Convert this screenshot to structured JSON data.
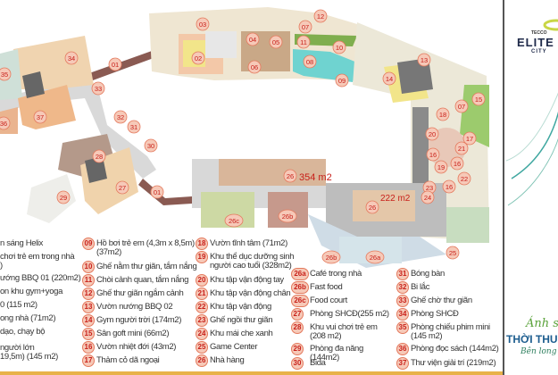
{
  "map": {
    "markers": [
      "01",
      "01",
      "02",
      "03",
      "04",
      "05",
      "06",
      "07",
      "07",
      "08",
      "09",
      "10",
      "11",
      "12",
      "13",
      "14",
      "15",
      "16",
      "16",
      "16",
      "17",
      "18",
      "19",
      "20",
      "21",
      "22",
      "23",
      "24",
      "25",
      "26",
      "26",
      "26a",
      "26b",
      "26b",
      "26c",
      "27",
      "28",
      "29",
      "30",
      "31",
      "32",
      "33",
      "34",
      "35",
      "36",
      "37"
    ],
    "area_labels": [
      "354 m2",
      "222 m2"
    ]
  },
  "legend": {
    "left_partial": [
      "n sáng Helix",
      "chơi trẻ em trong nhà",
      ")",
      "ướng BBQ 01 (220m2)",
      "on khu gym+yoga",
      "0 (115 m2)",
      "ong nhà (71m2)",
      "dạo, chạy bộ",
      "người lớn",
      "19,5m) (145 m2)"
    ],
    "col1": [
      {
        "num": "09",
        "label": "Hồ bơi trẻ em (4,3m x 8,5m)",
        "label2": "(37m2)"
      },
      {
        "num": "10",
        "label": "Ghế nằm thư giãn, tắm nắng"
      },
      {
        "num": "11",
        "label": "Chòi cảnh quan, tắm nắng"
      },
      {
        "num": "12",
        "label": "Ghế thư giãn ngắm cảnh"
      },
      {
        "num": "13",
        "label": "Vườn nướng BBQ 02"
      },
      {
        "num": "14",
        "label": "Gym người trời (174m2)"
      },
      {
        "num": "15",
        "label": "Sân goft mini (66m2)"
      },
      {
        "num": "16",
        "label": "Vườn nhiệt đới (43m2)"
      },
      {
        "num": "17",
        "label": "Thảm cỏ dã ngoại"
      }
    ],
    "col2": [
      {
        "num": "18",
        "label": "Vườn tĩnh tâm (71m2)"
      },
      {
        "num": "19",
        "label": "Khu thể dục dưỡng sinh",
        "label2": "người cao tuổi (328m2)"
      },
      {
        "num": "20",
        "label": "Khu tập vận động tay"
      },
      {
        "num": "21",
        "label": "Khu tập vận động chân"
      },
      {
        "num": "22",
        "label": "Khu tập vận động"
      },
      {
        "num": "23",
        "label": "Ghế ngồi thư giãn"
      },
      {
        "num": "24",
        "label": "Khu mái che xanh"
      },
      {
        "num": "25",
        "label": "Game Center"
      },
      {
        "num": "26",
        "label": "Nhà hàng"
      }
    ],
    "col3": [
      {
        "num": "26a",
        "label": "Café trong nhà"
      },
      {
        "num": "26b",
        "label": "Fast food"
      },
      {
        "num": "26c",
        "label": "Food court"
      },
      {
        "num": "27",
        "label": "Phòng SHCĐ(255 m2)"
      },
      {
        "num": "28",
        "label": "Khu vui chơi trẻ em",
        "label2": "(208 m2)"
      },
      {
        "num": "29",
        "label": "Phòng đa năng",
        "label2": "(144m2)"
      },
      {
        "num": "30",
        "label": "Bida"
      }
    ],
    "col4": [
      {
        "num": "31",
        "label": "Bóng bàn"
      },
      {
        "num": "32",
        "label": "Bi lắc"
      },
      {
        "num": "33",
        "label": "Ghế chờ thư giãn"
      },
      {
        "num": "34",
        "label": "Phòng SHCĐ"
      },
      {
        "num": "35",
        "label": "Phòng chiếu phim mini",
        "label2": "(145 m2)"
      },
      {
        "num": "36",
        "label": "Phòng đọc sách (144m2)"
      },
      {
        "num": "37",
        "label": "Thư viện giải trí (219m2)"
      }
    ]
  },
  "brand": {
    "small": "TECCO",
    "name": "ELITE",
    "city": "CITY",
    "script1": "Ánh s",
    "headline": "THỜI THUỢ",
    "script2": "Bên long Ph"
  },
  "colors": {
    "marker_fill": "#f6c9b8",
    "marker_text": "#c8201a",
    "pool": "#6fd3d0",
    "deck": "#efe6d2",
    "room": "#eccaa6",
    "grey": "#8b8b8b",
    "green": "#8fb35e"
  }
}
